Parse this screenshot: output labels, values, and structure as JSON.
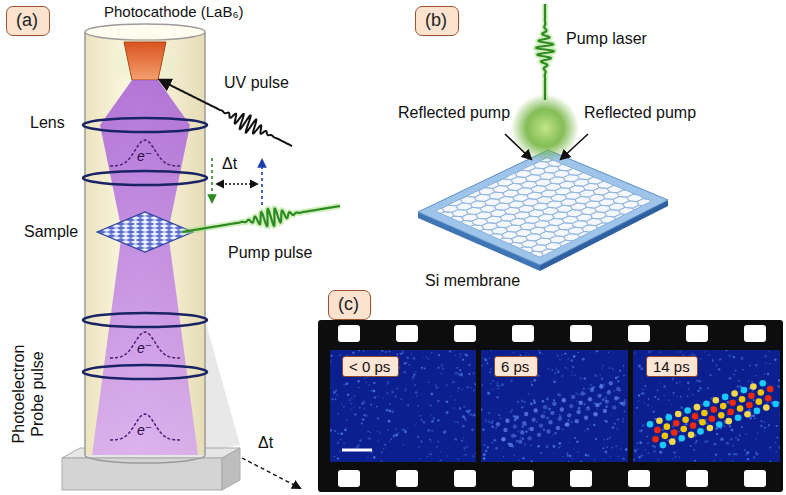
{
  "diagram": {
    "nodes": [
      {
        "text": [
          "(a)"
        ]
      },
      {
        "text": [
          "(b)"
        ]
      },
      {
        "text": [
          "(c)"
        ]
      },
      {
        "text": [
          "< 0 ps"
        ]
      },
      {
        "text": [
          "6 ps"
        ]
      },
      {
        "text": [
          "14 ps"
        ]
      }
    ],
    "labels": [
      "Photocathode (LaB₆)",
      "UV pulse",
      "Lens",
      "e⁻",
      "Δt",
      "Sample",
      "Pump pulse",
      "e⁻",
      "e⁻",
      "Photoelectron Probe pulse",
      "Δt",
      "Pump laser",
      "Reflected pump",
      "Reflected pump",
      "Si membrane"
    ]
  }
}
